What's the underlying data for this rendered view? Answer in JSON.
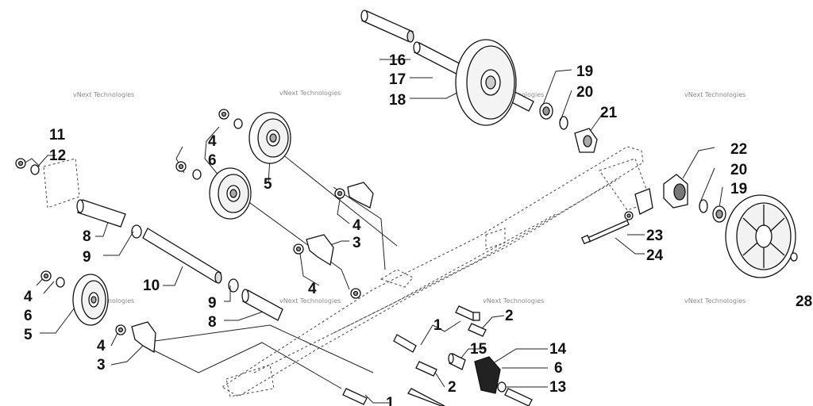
{
  "watermark": "vNext Technologies",
  "callouts": {
    "c1a": "1",
    "c1b": "1",
    "c2a": "2",
    "c2b": "2",
    "c3a": "3",
    "c3b": "3",
    "c4a": "4",
    "c4b": "4",
    "c4c": "4",
    "c4d": "4",
    "c4e": "4",
    "c5a": "5",
    "c5b": "5",
    "c6a": "6",
    "c6b": "6",
    "c6c": "6",
    "c8a": "8",
    "c8b": "8",
    "c9a": "9",
    "c9b": "9",
    "c10": "10",
    "c11": "11",
    "c12": "12",
    "c13": "13",
    "c14": "14",
    "c15": "15",
    "c16": "16",
    "c17": "17",
    "c18": "18",
    "c19a": "19",
    "c19b": "19",
    "c20a": "20",
    "c20b": "20",
    "c21": "21",
    "c22": "22",
    "c23": "23",
    "c24": "24",
    "c28": "28"
  }
}
